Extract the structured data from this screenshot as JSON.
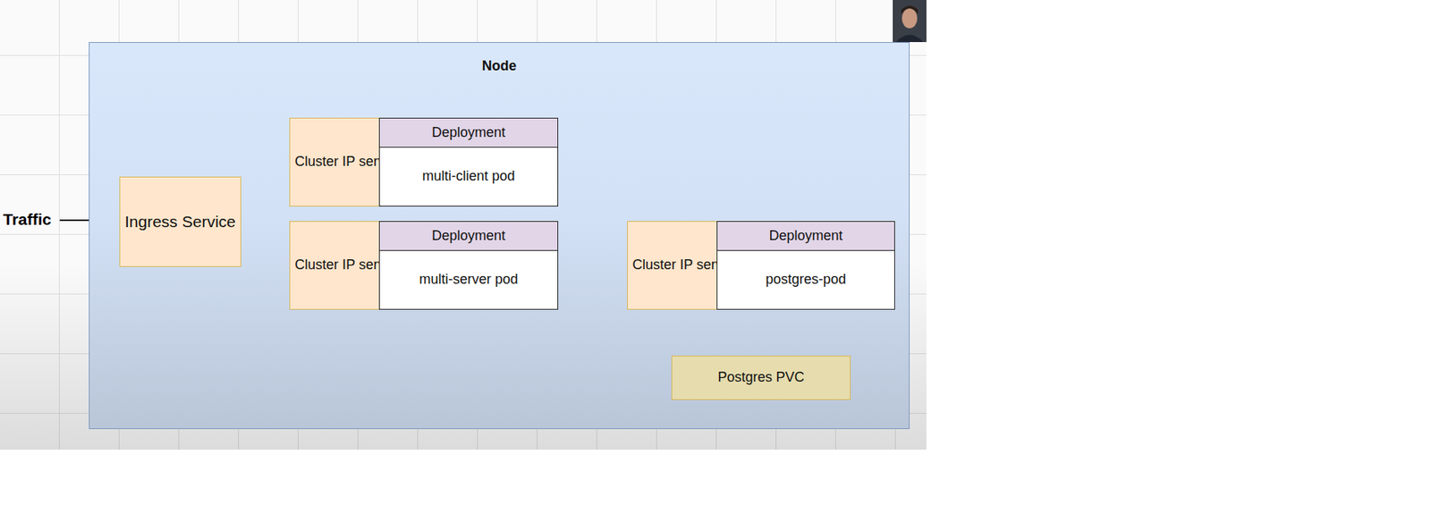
{
  "diagram": {
    "nodes": [
      {
        "text": [
          "Node"
        ]
      },
      {
        "text": [
          "Ingress Service"
        ],
        "in": 0
      },
      {
        "text": [
          "Cluster IP service"
        ],
        "in": 0
      },
      {
        "text": [
          "Deployment",
          "multi-client pod"
        ],
        "in": 0
      },
      {
        "text": [
          "Cluster IP service"
        ],
        "in": 0
      },
      {
        "text": [
          "Deployment",
          "multi-server pod"
        ],
        "in": 0
      },
      {
        "text": [
          "Cluster IP service"
        ],
        "in": 0
      },
      {
        "text": [
          "Deployment",
          "postgres-pod"
        ],
        "in": 0
      },
      {
        "text": [
          "Postgres PVC"
        ],
        "in": 0
      }
    ],
    "edges": [
      {
        "from": 1,
        "to": 2,
        "arrow": "to"
      },
      {
        "from": 1,
        "to": 4,
        "arrow": "to"
      },
      {
        "from": 5,
        "to": 6,
        "arrow": "to"
      },
      {
        "from": 7,
        "to": 8,
        "arrow": "to"
      }
    ],
    "labels": [
      "Traffic"
    ]
  }
}
